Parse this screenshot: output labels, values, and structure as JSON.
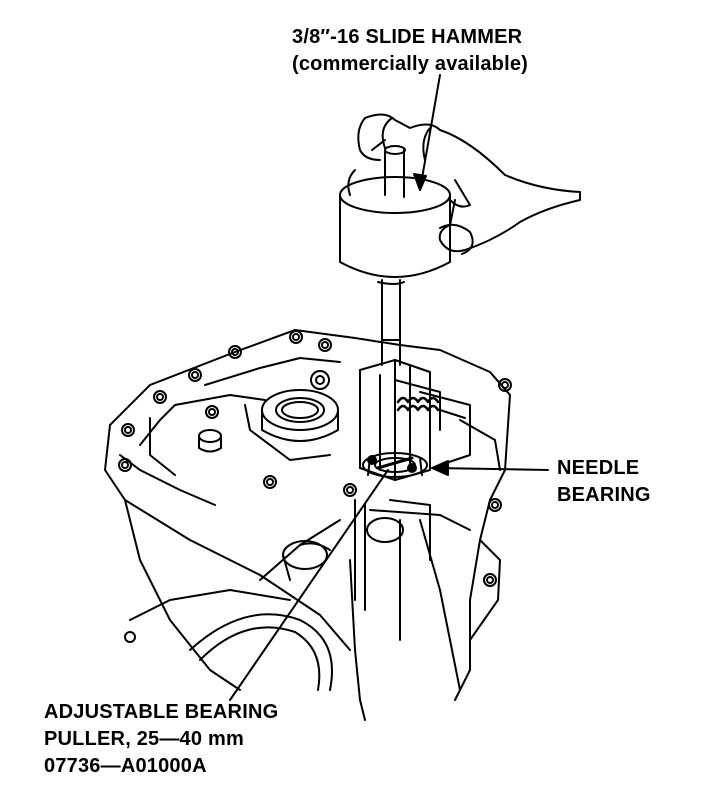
{
  "labels": {
    "slide_hammer": [
      "3/8″-16 SLIDE HAMMER",
      "(commercially available)"
    ],
    "needle_bearing": [
      "NEEDLE",
      "BEARING"
    ],
    "bearing_puller": [
      "ADJUSTABLE BEARING",
      "PULLER, 25—40 mm",
      "07736—A01000A"
    ]
  },
  "colors": {
    "ink": "#000000",
    "paper": "#ffffff"
  }
}
